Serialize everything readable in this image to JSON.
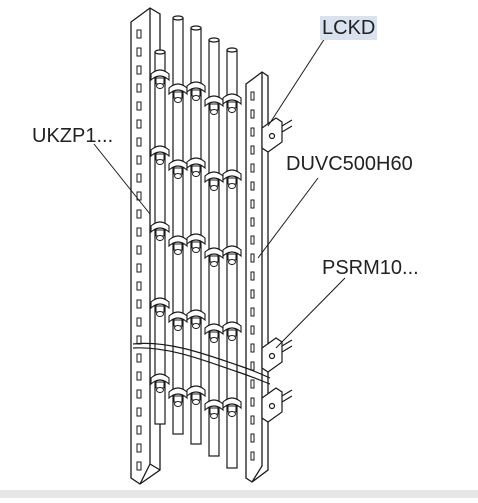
{
  "labels": {
    "lckd": "LCKD",
    "ukzp": "UKZP1...",
    "duvc": "DUVC500H60",
    "psrm": "PSRM10..."
  },
  "colors": {
    "line": "#1a1a1a",
    "highlight": "#d9e3f0",
    "text": "#222222",
    "footer": "#e6e6e6"
  }
}
